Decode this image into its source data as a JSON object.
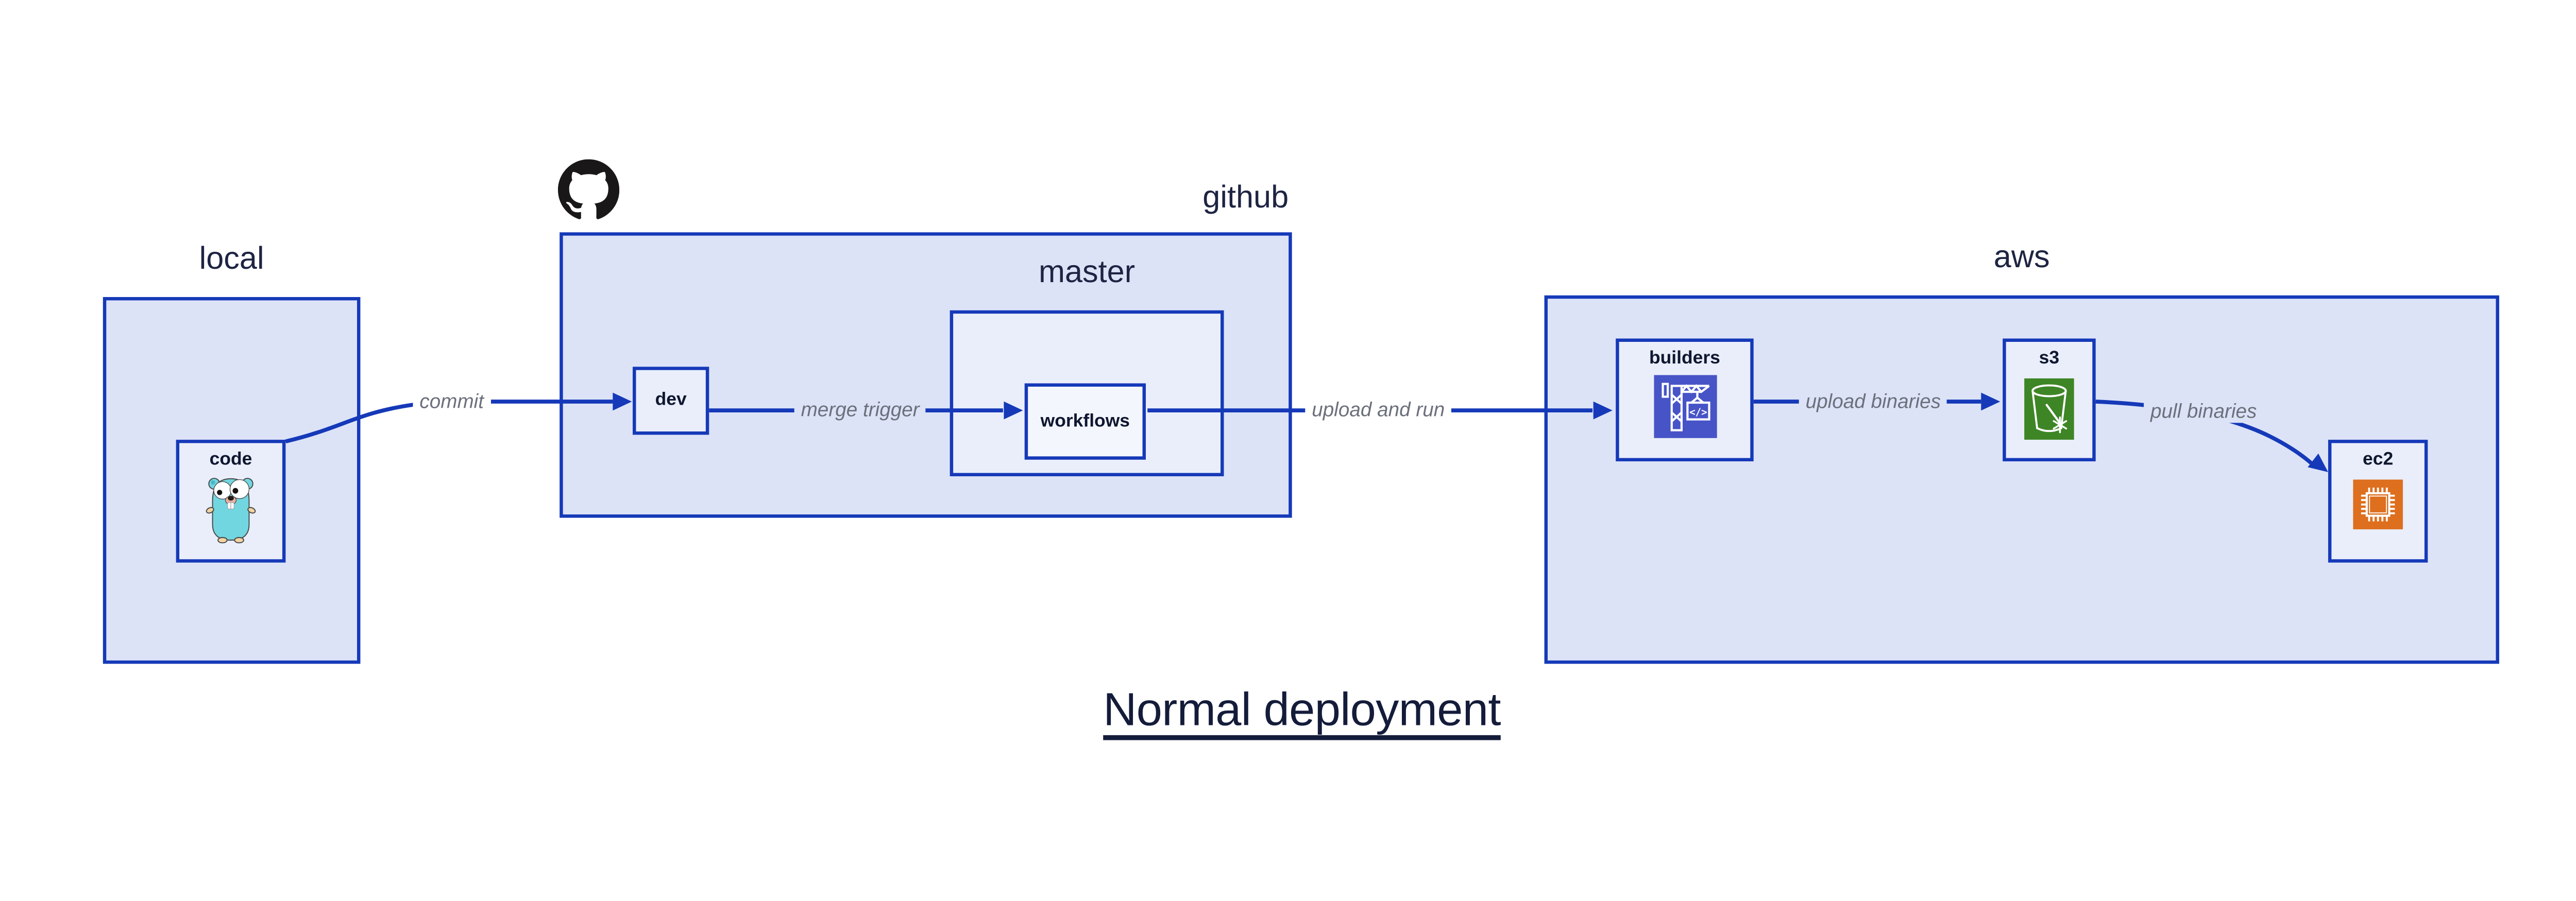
{
  "diagram": {
    "title": "Normal deployment",
    "groups": {
      "local": {
        "label": "local"
      },
      "github": {
        "label": "github"
      },
      "master": {
        "label": "master"
      },
      "aws": {
        "label": "aws"
      }
    },
    "nodes": {
      "code": {
        "label": "code"
      },
      "dev": {
        "label": "dev"
      },
      "workflows": {
        "label": "workflows"
      },
      "builders": {
        "label": "builders"
      },
      "s3": {
        "label": "s3"
      },
      "ec2": {
        "label": "ec2"
      }
    },
    "edges": {
      "commit": {
        "label": "commit"
      },
      "merge_trigger": {
        "label": "merge trigger"
      },
      "upload_and_run": {
        "label": "upload and run"
      },
      "upload_binaries": {
        "label": "upload binaries"
      },
      "pull_binaries": {
        "label": "pull binaries"
      }
    },
    "icons": {
      "octocat": "github-logo",
      "gopher": "go-gopher-mascot",
      "builders": "aws-codebuild-crane",
      "builders_glyph": "</>",
      "s3": "aws-s3-bucket-snowflake",
      "ec2": "aws-ec2-chip"
    },
    "colors": {
      "line_blue": "#1539b8",
      "panel_fill": "#dce3f7",
      "node_fill": "#eaeefb",
      "subnode_fill": "#f4f6fd",
      "edge_label_gray": "#6b707b",
      "text_navy": "#141c3a",
      "codebuild_indigo": "#4754c7",
      "s3_green": "#3e8526",
      "ec2_orange": "#dd6f1e",
      "octocat_black": "#191717",
      "gopher_teal": "#72d6e0"
    }
  }
}
